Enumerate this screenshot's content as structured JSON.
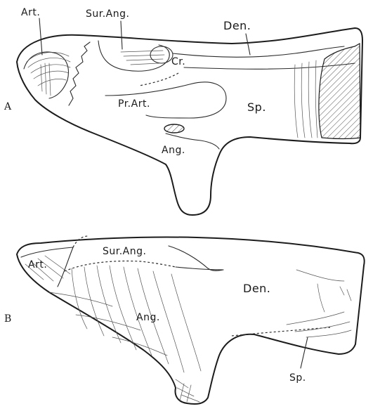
{
  "figure_a": {
    "panel_letter": "A",
    "labels": {
      "art": "Art.",
      "sur_ang": "Sur.Ang.",
      "den": "Den.",
      "cr": "Cr.",
      "pr_art": "Pr.Art.",
      "sp": "Sp.",
      "ang": "Ang."
    }
  },
  "figure_b": {
    "panel_letter": "B",
    "labels": {
      "art": "Art.",
      "sur_ang": "Sur.Ang.",
      "den": "Den.",
      "ang": "Ang.",
      "sp": "Sp."
    }
  }
}
